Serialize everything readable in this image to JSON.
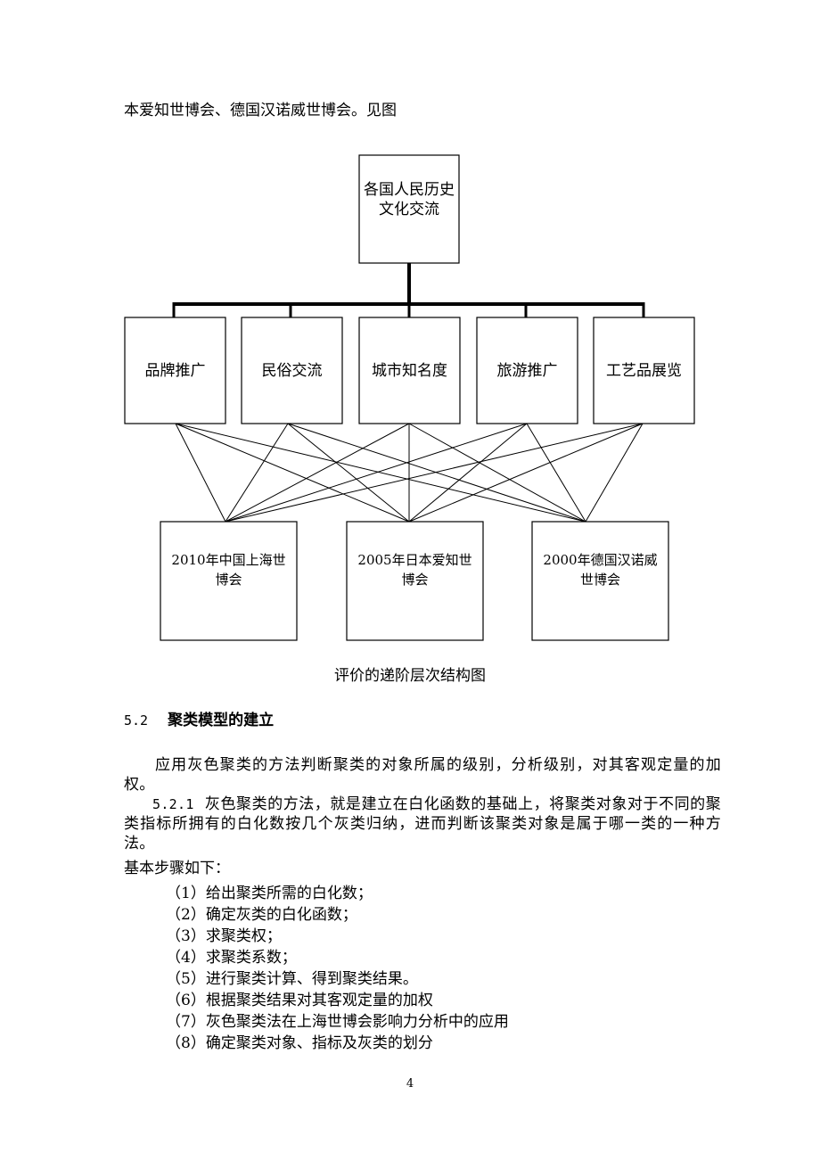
{
  "intro_line": "本爱知世博会、德国汉诺威世博会。见图",
  "diagram": {
    "root": "各国人民历史文化交流",
    "criteria": [
      "品牌推广",
      "民俗交流",
      "城市知名度",
      "旅游推广",
      "工艺品展览"
    ],
    "alternatives": [
      "2010年中国上海世博会",
      "2005年日本爱知世博会",
      "2000年德国汉诺威世博会"
    ],
    "caption": "评价的递阶层次结构图"
  },
  "section": {
    "number": "5.2",
    "title": "聚类模型的建立"
  },
  "paragraph1": "应用灰色聚类的方法判断聚类的对象所属的级别，分析级别，对其客观定量的加权。",
  "paragraph2": {
    "number": "5.2.1",
    "text": "灰色聚类的方法，就是建立在白化函数的基础上，将聚类对象对于不同的聚类指标所拥有的白化数按几个灰类归纳，进而判断该聚类对象是属于哪一类的一种方法。"
  },
  "steps_intro": "基本步骤如下：",
  "steps": [
    "（1）给出聚类所需的白化数；",
    "（2）确定灰类的白化函数；",
    "（3）求聚类权；",
    "（4）求聚类系数；",
    "（5）进行聚类计算、得到聚类结果。",
    "（6）根据聚类结果对其客观定量的加权",
    "（7）灰色聚类法在上海世博会影响力分析中的应用",
    "（8）确定聚类对象、指标及灰类的划分"
  ],
  "page_number": "4"
}
